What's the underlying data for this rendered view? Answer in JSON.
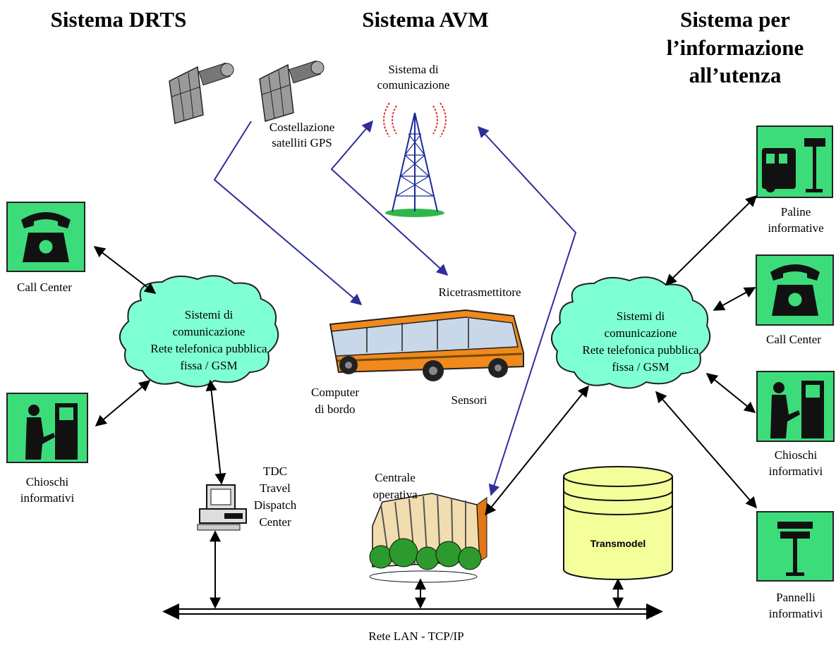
{
  "headings": {
    "drts": "Sistema DRTS",
    "avm": "Sistema AVM",
    "info": [
      "Sistema per",
      "l’informazione",
      "all’utenza"
    ]
  },
  "satellites": [
    "Costellazione",
    "satelliti GPS"
  ],
  "tower": [
    "Sistema di",
    "comunicazione"
  ],
  "cloud_left": [
    "Sistemi di",
    "comunicazione",
    "Rete telefonica pubblica",
    "fissa / GSM"
  ],
  "cloud_right": [
    "Sistemi di",
    "comunicazione",
    "Rete telefonica pubblica",
    "fissa / GSM"
  ],
  "left_items": {
    "call_center": "Call Center",
    "kiosks": [
      "Chioschi",
      "informativi"
    ]
  },
  "right_items": {
    "stops": [
      "Paline",
      "informative"
    ],
    "call_center": "Call Center",
    "kiosks": [
      "Chioschi",
      "informativi"
    ],
    "panels": [
      "Pannelli",
      "informativi"
    ]
  },
  "bus": {
    "transceiver": "Ricetrasmettitore",
    "computer": [
      "Computer",
      "di bordo"
    ],
    "sensors": "Sensori"
  },
  "tdc": [
    "TDC",
    "Travel",
    "Dispatch",
    "Center"
  ],
  "central": [
    "Centrale",
    "operativa"
  ],
  "database": "Transmodel",
  "network": "Rete LAN - TCP/IP",
  "colors": {
    "icon_box": "#3ddc7a",
    "cloud": "#7fffd4",
    "bus": "#f08a1c",
    "database": "#f4ff9c",
    "link_blue": "#2e2e9a"
  }
}
